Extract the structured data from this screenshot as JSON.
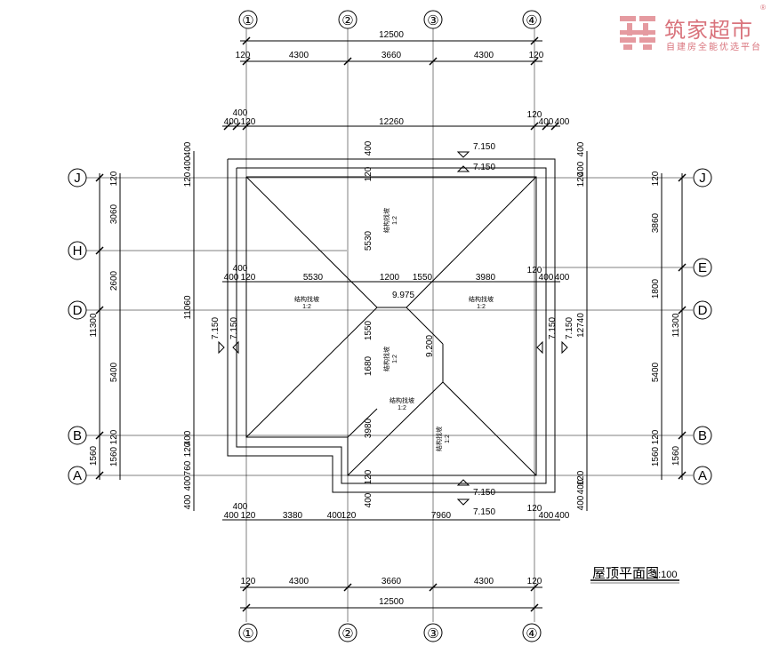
{
  "title": {
    "name": "屋顶平面图",
    "scale": "1:100"
  },
  "brand": {
    "name": "筑家超市",
    "subtitle": "自建房全能优选平台",
    "registered": "®"
  },
  "colors": {
    "line": "#000000",
    "brand": "#d9737c"
  },
  "axes_top": [
    "①",
    "②",
    "③",
    "④"
  ],
  "axes_bottom": [
    "①",
    "②",
    "③",
    "④"
  ],
  "axes_left": [
    "J",
    "H",
    "D",
    "B",
    "A"
  ],
  "axes_right": [
    "J",
    "E",
    "D",
    "B",
    "A"
  ],
  "dims": {
    "top_total": "12500",
    "top_120_a": "120",
    "top_4300_a": "4300",
    "top_3660": "3660",
    "top_4300_b": "4300",
    "top_120_b": "120",
    "top2_400_a": "400",
    "top2_400_b": "400",
    "top2_120_a": "120",
    "top2_12260": "12260",
    "top2_120_b": "120",
    "top2_400_c": "400",
    "top2_400_d": "400",
    "mid_400_a": "400",
    "mid_400_b": "400",
    "mid_120_a": "120",
    "mid_5530": "5530",
    "mid_1200": "1200",
    "mid_1550": "1550",
    "mid_3980": "3980",
    "mid_120_b": "120",
    "mid_400_c": "400",
    "mid_400_d": "400",
    "bot_400_a": "400",
    "bot_400_b": "400",
    "bot_120_a": "120",
    "bot_3380": "3380",
    "bot_400_c": "400",
    "bot_120_b": "120",
    "bot_7960": "7960",
    "bot_120_c": "120",
    "bot_400_d": "400",
    "bot_400_e": "400",
    "bottom_120_a": "120",
    "bottom_4300_a": "4300",
    "bottom_3660": "3660",
    "bottom_4300_b": "4300",
    "bottom_120_b": "120",
    "bottom_total": "12500",
    "left_11300": "11300",
    "left_3060": "3060",
    "left_2600": "2600",
    "left_5400": "5400",
    "left_1560_a": "1560",
    "left_1560_b": "1560",
    "left_120_a": "120",
    "left_120_b": "120",
    "left_11060": "11060",
    "left_400_a": "400",
    "left_400_b": "400",
    "left_120_c": "120",
    "left_120_d": "120",
    "left_400_c": "400",
    "left_400_d": "400",
    "left_760": "760",
    "left_400_e": "400",
    "right_11300": "11300",
    "right_3860": "3860",
    "right_1800": "1800",
    "right_5400": "5400",
    "right_1560_a": "1560",
    "right_1560_b": "1560",
    "right_120_a": "120",
    "right_120_b": "120",
    "right_12740": "12740",
    "right_400_a": "400",
    "right_400_b": "400",
    "right_120_c": "120",
    "right_400_c": "400",
    "right_400_d": "400",
    "right_120_d": "120",
    "inner_400_a": "400",
    "inner_120_a": "120",
    "inner_5530": "5530",
    "inner_1550": "1550",
    "inner_1680": "1680",
    "inner_3980": "3980",
    "inner_120_b": "120",
    "inner_400_b": "400"
  },
  "elevations": {
    "top_outer": "7.150",
    "top_inner": "7.150",
    "bottom_inner": "7.150",
    "bottom_outer": "7.150",
    "left_outer": "7.150",
    "left_inner": "7.150",
    "right_inner": "7.150",
    "right_outer": "7.150",
    "ridge_top": "9.975",
    "ridge_mid": "9.200"
  },
  "slopes": [
    {
      "label": "结构找坡",
      "ratio": "1:2"
    },
    {
      "label": "结构找坡",
      "ratio": "1:2"
    },
    {
      "label": "结构找坡",
      "ratio": "1:2"
    },
    {
      "label": "结构找坡",
      "ratio": "1:2"
    },
    {
      "label": "结构找坡",
      "ratio": "1:2"
    },
    {
      "label": "结构找坡",
      "ratio": "1:2"
    }
  ]
}
